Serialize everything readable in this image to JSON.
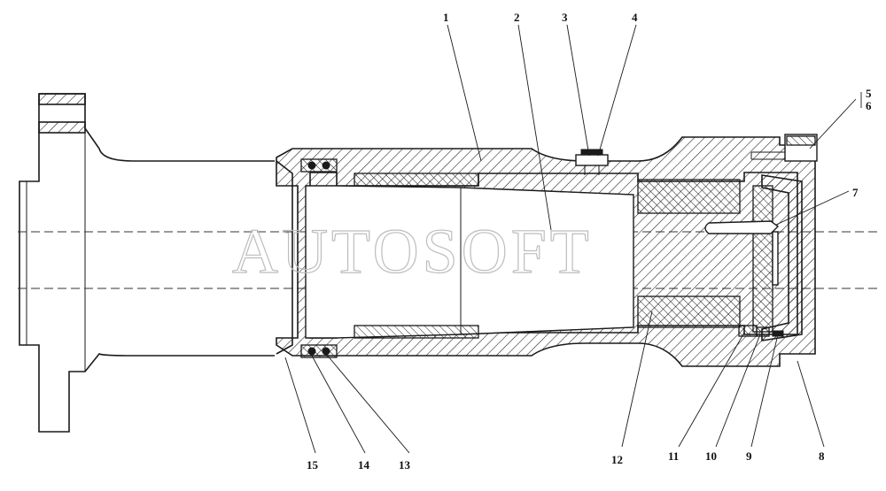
{
  "watermark": "AUTOSOFT",
  "callouts": [
    {
      "label": "1"
    },
    {
      "label": "2"
    },
    {
      "label": "3"
    },
    {
      "label": "4"
    },
    {
      "label": "5"
    },
    {
      "label": "6"
    },
    {
      "label": "7"
    },
    {
      "label": "8"
    },
    {
      "label": "9"
    },
    {
      "label": "10"
    },
    {
      "label": "11"
    },
    {
      "label": "12"
    },
    {
      "label": "13"
    },
    {
      "label": "14"
    },
    {
      "label": "15"
    }
  ]
}
